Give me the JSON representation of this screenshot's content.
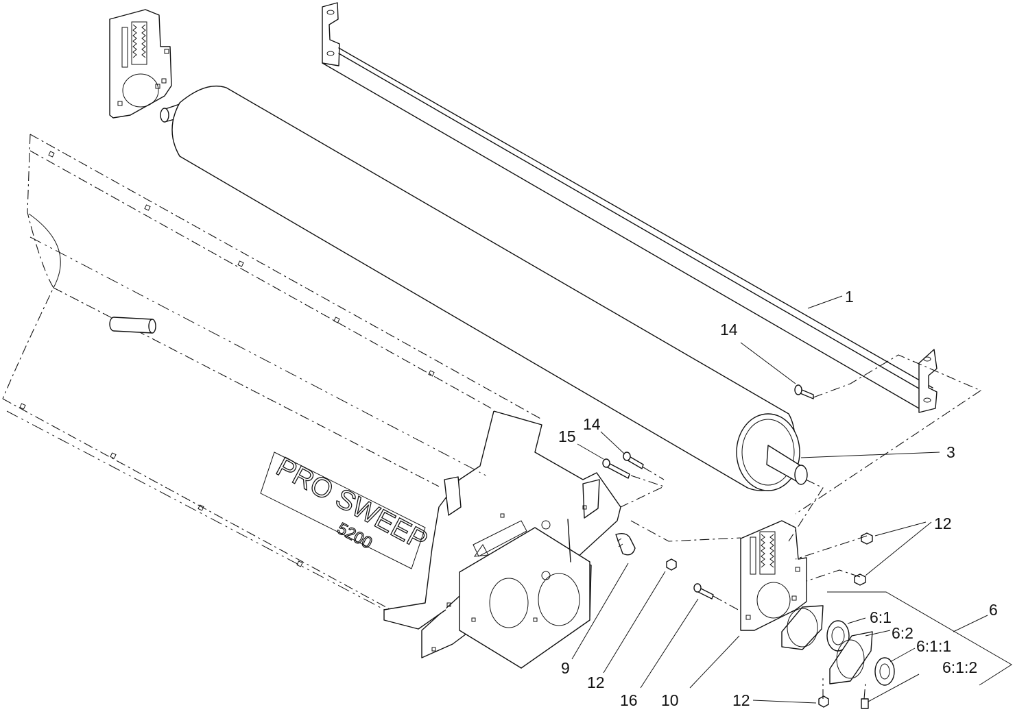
{
  "callouts": {
    "c1": "1",
    "c3": "3",
    "c14a": "14",
    "c14b": "14",
    "c15": "15",
    "c12a": "12",
    "c6": "6",
    "c61": "6:1",
    "c62": "6:2",
    "c611": "6:1:1",
    "c612": "6:1:2",
    "c9": "9",
    "c12b": "12",
    "c16": "16",
    "c10": "10",
    "c12c": "12"
  },
  "logo": {
    "brand": "PRO SWEEP",
    "model": "5200"
  }
}
